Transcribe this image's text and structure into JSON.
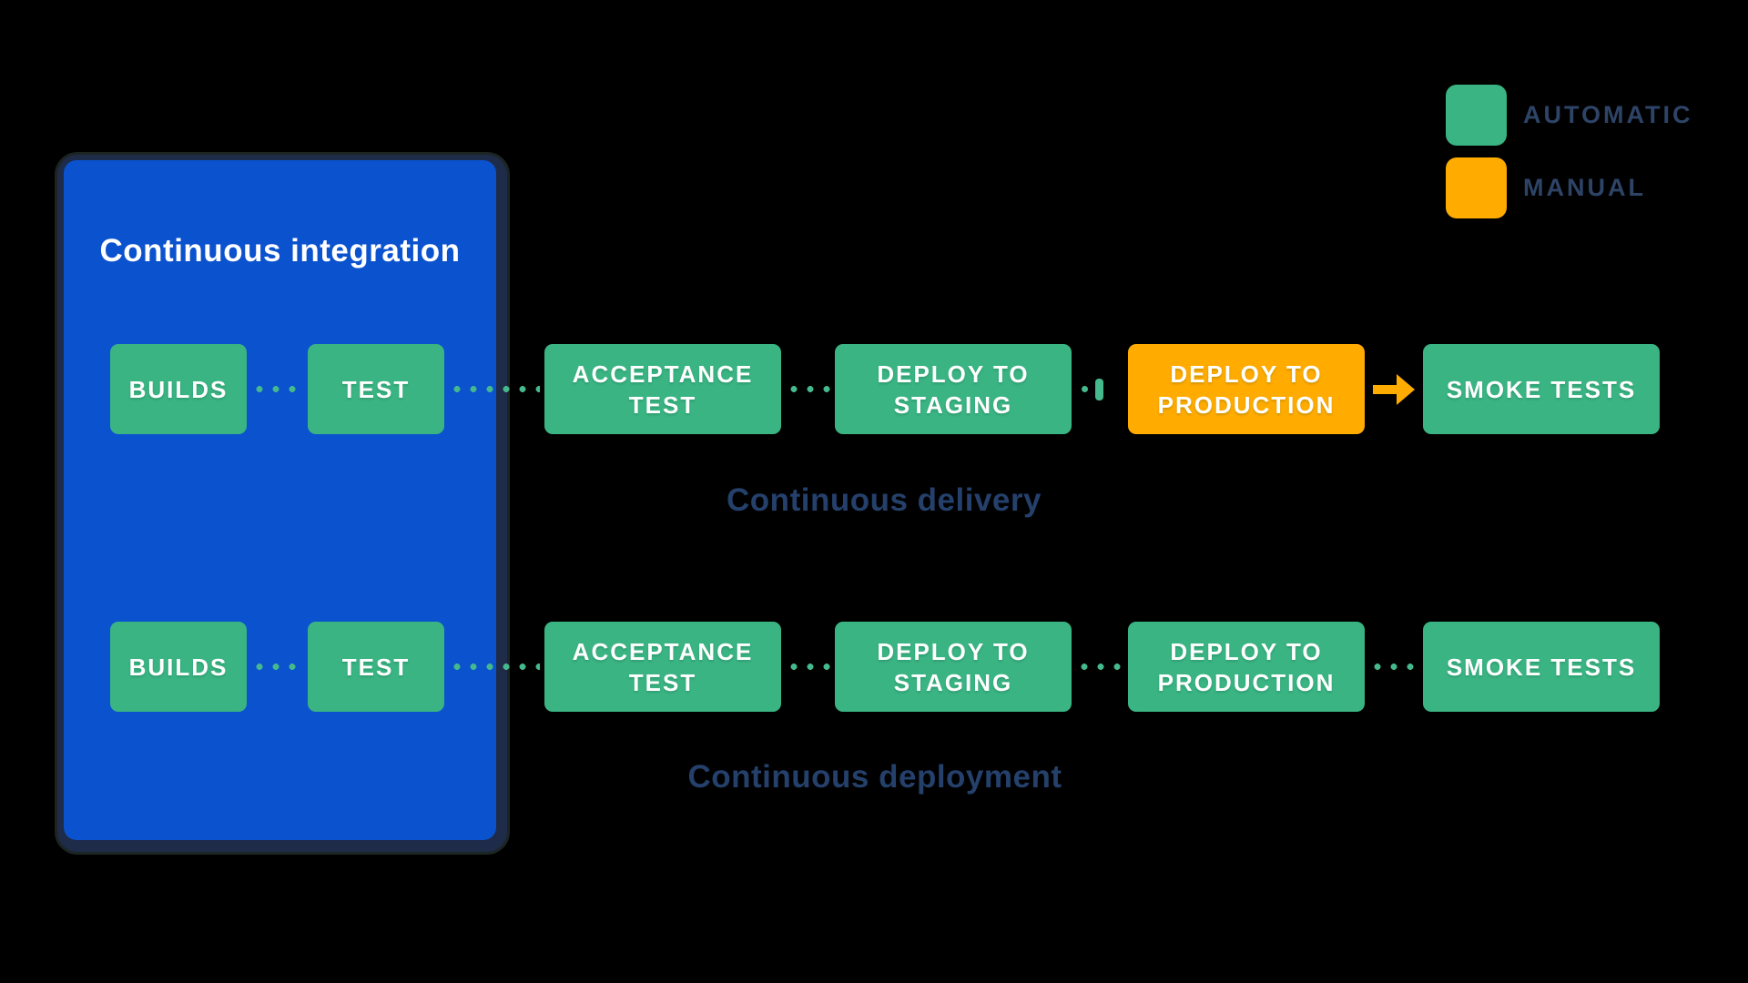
{
  "colors": {
    "background": "#000000",
    "ci_blue": "#0B52CE",
    "ci_border": "#1E2B49",
    "automatic_green": "#3AB483",
    "manual_orange": "#FFAB00",
    "dot_green": "#45B98C",
    "stage_text": "#FFFFFF",
    "label_navy": "#24406B",
    "legend_navy": "#2E4467"
  },
  "ci": {
    "title": "Continuous integration"
  },
  "legend": [
    {
      "label": "AUTOMATIC",
      "type": "automatic",
      "swatch": "green-square"
    },
    {
      "label": "MANUAL",
      "type": "manual",
      "swatch": "orange-square"
    }
  ],
  "rows": [
    {
      "label": "Continuous delivery",
      "stages": [
        {
          "label": "BUILDS",
          "type": "automatic",
          "connector": "dots"
        },
        {
          "label": "TEST",
          "type": "automatic",
          "connector": "dots"
        },
        {
          "label": "ACCEPTANCE TEST",
          "type": "automatic",
          "connector": "dots"
        },
        {
          "label": "DEPLOY TO STAGING",
          "type": "automatic",
          "connector": "gate"
        },
        {
          "label": "DEPLOY TO PRODUCTION",
          "type": "manual",
          "connector": "arrow"
        },
        {
          "label": "SMOKE TESTS",
          "type": "automatic",
          "connector": null
        }
      ]
    },
    {
      "label": "Continuous deployment",
      "stages": [
        {
          "label": "BUILDS",
          "type": "automatic",
          "connector": "dots"
        },
        {
          "label": "TEST",
          "type": "automatic",
          "connector": "dots"
        },
        {
          "label": "ACCEPTANCE TEST",
          "type": "automatic",
          "connector": "dots"
        },
        {
          "label": "DEPLOY TO STAGING",
          "type": "automatic",
          "connector": "dots"
        },
        {
          "label": "DEPLOY TO PRODUCTION",
          "type": "automatic",
          "connector": "dots"
        },
        {
          "label": "SMOKE TESTS",
          "type": "automatic",
          "connector": null
        }
      ]
    }
  ]
}
